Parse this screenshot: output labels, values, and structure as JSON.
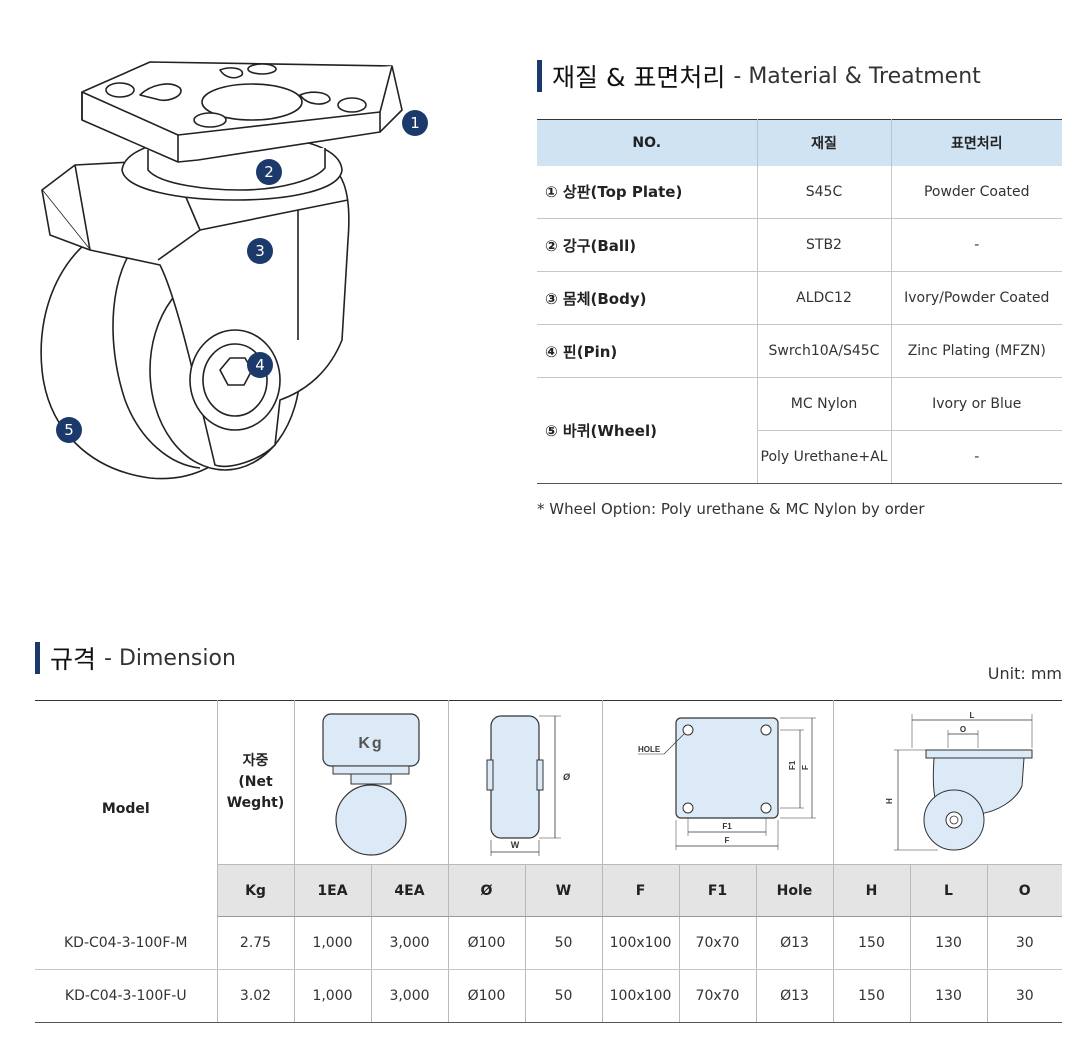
{
  "callouts": [
    "1",
    "2",
    "3",
    "4",
    "5"
  ],
  "material": {
    "heading_ko": "재질 & 표면처리",
    "heading_en": "- Material & Treatment",
    "headers": [
      "NO.",
      "재질",
      "표면처리"
    ],
    "rows": [
      {
        "part": "① 상판(Top Plate)",
        "material": "S45C",
        "treatment": "Powder Coated"
      },
      {
        "part": "② 강구(Ball)",
        "material": "STB2",
        "treatment": "-"
      },
      {
        "part": "③ 몸체(Body)",
        "material": "ALDC12",
        "treatment": "Ivory/Powder Coated"
      },
      {
        "part": "④ 핀(Pin)",
        "material": "Swrch10A/S45C",
        "treatment": "Zinc Plating (MFZN)"
      }
    ],
    "wheel": {
      "part": "⑤ 바퀴(Wheel)",
      "options": [
        {
          "material": "MC Nylon",
          "treatment": "Ivory or Blue"
        },
        {
          "material": "Poly Urethane+AL",
          "treatment": "-"
        }
      ]
    },
    "note": "* Wheel Option: Poly urethane & MC Nylon by order"
  },
  "dimension": {
    "heading_ko": "규격",
    "heading_en": "- Dimension",
    "unit": "Unit: mm",
    "model_header": "Model",
    "load_header": "자중\n(Net\nWeght)",
    "pic_labels": {
      "kg": "Kg",
      "phi": "Ø",
      "w": "W",
      "hole": "HOLE",
      "f1": "F1",
      "f": "F",
      "h": "H",
      "l": "L",
      "o": "O"
    },
    "columns": [
      "Kg",
      "1EA",
      "4EA",
      "Ø",
      "W",
      "F",
      "F1",
      "Hole",
      "H",
      "L",
      "O"
    ],
    "rows": [
      [
        "KD-C04-3-100F-M",
        "2.75",
        "1,000",
        "3,000",
        "Ø100",
        "50",
        "100x100",
        "70x70",
        "Ø13",
        "150",
        "130",
        "30"
      ],
      [
        "KD-C04-3-100F-U",
        "3.02",
        "1,000",
        "3,000",
        "Ø100",
        "50",
        "100x100",
        "70x70",
        "Ø13",
        "150",
        "130",
        "30"
      ]
    ]
  },
  "colors": {
    "accent": "#1b3a6b",
    "table_header_blue": "#cfe3f3",
    "table_header_gray": "#e4e4e4",
    "drawing_fill": "#dbeaf6"
  }
}
